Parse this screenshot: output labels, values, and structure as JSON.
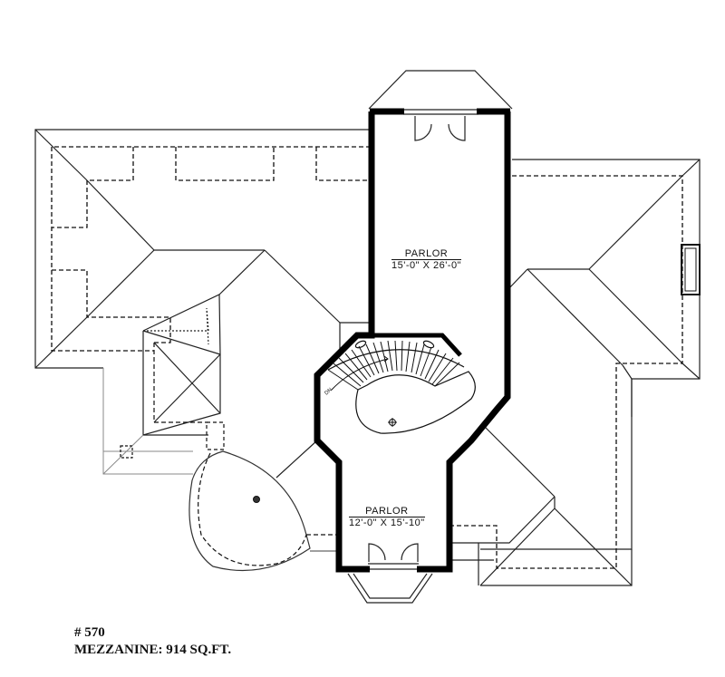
{
  "plan": {
    "type": "floor-plan",
    "level": "Mezzanine",
    "rooms": [
      {
        "name": "PARLOR",
        "dimensions": "15'-0\" X 26'-0\""
      },
      {
        "name": "PARLOR",
        "dimensions": "12'-0\" X 15'-10\""
      }
    ],
    "stair_label": "DN",
    "colors": {
      "line": "#111111",
      "wall": "#000000",
      "background": "#ffffff"
    }
  },
  "caption": {
    "plan_number": "# 570",
    "area_label": "MEZZANINE: 914 SQ.FT."
  }
}
